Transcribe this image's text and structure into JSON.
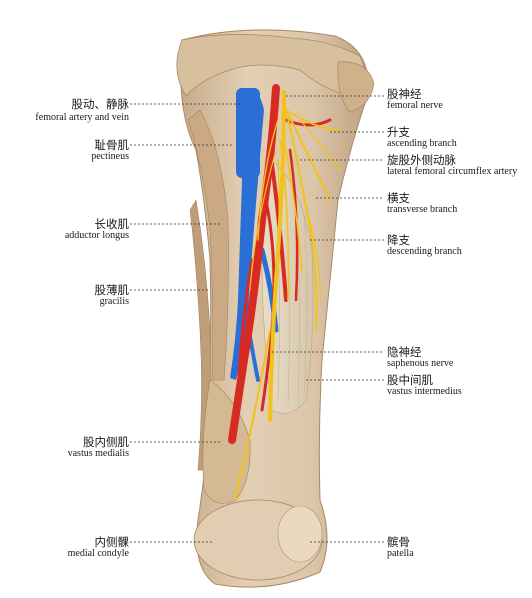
{
  "labels": {
    "femoral_vessels": {
      "zh": "股动、静脉",
      "en": "femoral artery and vein"
    },
    "pectineus": {
      "zh": "耻骨肌",
      "en": "pectineus"
    },
    "adductor_longus": {
      "zh": "长收肌",
      "en": "adductor longus"
    },
    "gracilis": {
      "zh": "股薄肌",
      "en": "gracilis"
    },
    "vastus_medialis": {
      "zh": "股内侧肌",
      "en": "vastus medialis"
    },
    "medial_condyle": {
      "zh": "内侧髁",
      "en": "medial condyle"
    },
    "femoral_nerve": {
      "zh": "股神经",
      "en": "femoral nerve"
    },
    "ascending_branch": {
      "zh": "升支",
      "en": "ascending branch"
    },
    "lateral_femoral_circumflex": {
      "zh": "旋股外侧动脉",
      "en": "lateral femoral circumflex artery"
    },
    "transverse_branch": {
      "zh": "横支",
      "en": "transverse branch"
    },
    "descending_branch": {
      "zh": "降支",
      "en": "descending branch"
    },
    "saphenous_nerve": {
      "zh": "隐神经",
      "en": "saphenous nerve"
    },
    "vastus_intermedius": {
      "zh": "股中间肌",
      "en": "vastus intermedius"
    },
    "patella": {
      "zh": "髌骨",
      "en": "patella"
    }
  },
  "colors": {
    "muscle": "#d9c2a4",
    "muscle_dark": "#b89a78",
    "artery": "#d62a22",
    "vein": "#2a6fd6",
    "nerve": "#f2c21b",
    "leader": "#333333"
  }
}
